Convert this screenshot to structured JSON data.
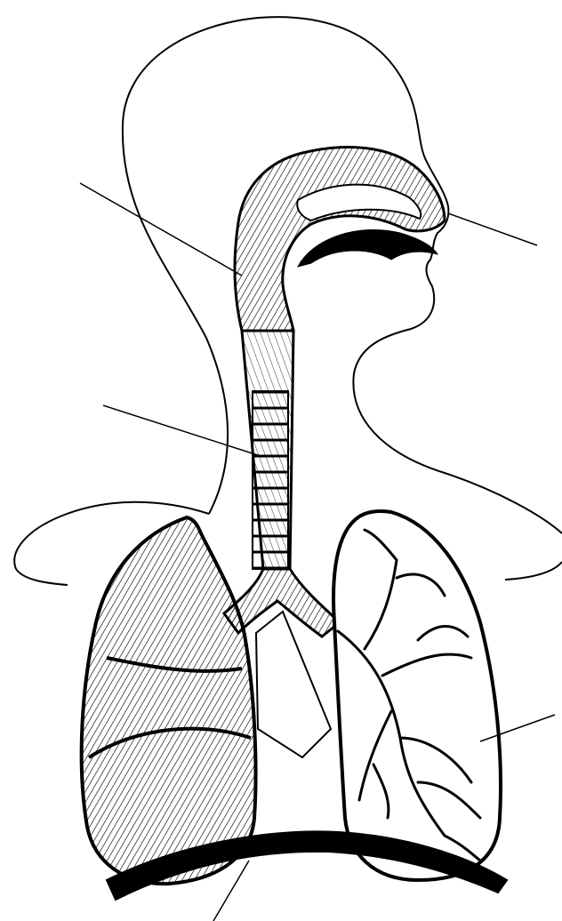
{
  "diagram": {
    "type": "respiratory-system-worksheet",
    "ink_color": "#000000",
    "paper_color": "#ffffff",
    "parts": [
      "head-outline",
      "nasal-cavity",
      "pharynx",
      "trachea",
      "bronchi",
      "right-lung",
      "left-lung",
      "bronchioles",
      "diaphragm",
      "heart-notch"
    ],
    "label_lines": [
      "pharynx-leader",
      "nose-leader",
      "trachea-leader",
      "bronchiole-leader",
      "diaphragm-leader"
    ]
  }
}
